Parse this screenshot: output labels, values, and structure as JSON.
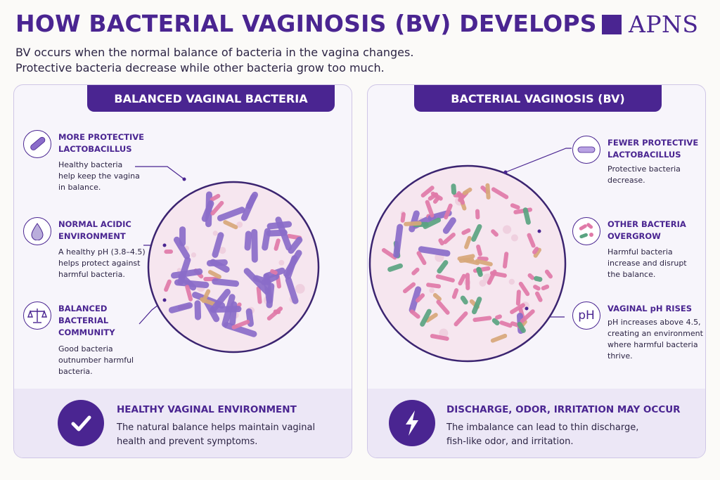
{
  "header": {
    "title": "HOW BACTERIAL VAGINOSIS (BV) DEVELOPS",
    "logo": "APNS",
    "subtitle_line1": "BV occurs when the normal balance of bacteria in the vagina changes.",
    "subtitle_line2": "Protective bacteria decrease while other bacteria grow too much."
  },
  "colors": {
    "brand": "#4a2591",
    "lactobacillus": "#8a6cc9",
    "pink_bacteria": "#e07aa8",
    "green_bacteria": "#5aa481",
    "tan_bacteria": "#d7a77a",
    "circle_fill": "#f6e6ef"
  },
  "left_panel": {
    "heading": "BALANCED VAGINAL BACTERIA",
    "facts": [
      {
        "icon": "rod-bacterium-icon",
        "title_line1": "MORE PROTECTIVE",
        "title_line2": "LACTOBACILLUS",
        "body_line1": "Healthy bacteria",
        "body_line2": "help keep the vagina",
        "body_line3": "in balance."
      },
      {
        "icon": "drop-icon",
        "title_line1": "NORMAL ACIDIC",
        "title_line2": "ENVIRONMENT",
        "body_line1": "A healthy pH (3.8–4.5)",
        "body_line2": "helps protect against",
        "body_line3": "harmful bacteria."
      },
      {
        "icon": "scales-icon",
        "title_line1": "BALANCED",
        "title_line2": "BACTERIAL",
        "title_line3": "COMMUNITY",
        "body_line1": "Good bacteria",
        "body_line2": "outnumber harmful",
        "body_line3": "bacteria."
      }
    ],
    "footer": {
      "icon": "checkmark-icon",
      "title": "HEALTHY VAGINAL ENVIRONMENT",
      "body_line1": "The natural balance helps maintain vaginal",
      "body_line2": "health and prevent symptoms."
    }
  },
  "right_panel": {
    "heading": "BACTERIAL VAGINOSIS (BV)",
    "facts": [
      {
        "icon": "rod-bacterium-icon",
        "title_line1": "FEWER PROTECTIVE",
        "title_line2": "LACTOBACILLUS",
        "body_line1": "Protective bacteria",
        "body_line2": "decrease."
      },
      {
        "icon": "mixed-bacteria-icon",
        "title_line1": "OTHER BACTERIA",
        "title_line2": "OVERGROW",
        "body_line1": "Harmful bacteria",
        "body_line2": "increase and disrupt",
        "body_line3": "the balance."
      },
      {
        "icon": "ph-icon",
        "icon_text": "pH",
        "title_line1": "VAGINAL pH RISES",
        "body_line1": "pH increases above 4.5,",
        "body_line2": "creating an environment",
        "body_line3": "where harmful bacteria",
        "body_line4": "thrive."
      }
    ],
    "footer": {
      "icon": "lightning-icon",
      "title": "DISCHARGE, ODOR, IRRITATION MAY OCCUR",
      "body_line1": "The imbalance can lead to thin discharge,",
      "body_line2": "fish-like odor, and irritation."
    }
  }
}
